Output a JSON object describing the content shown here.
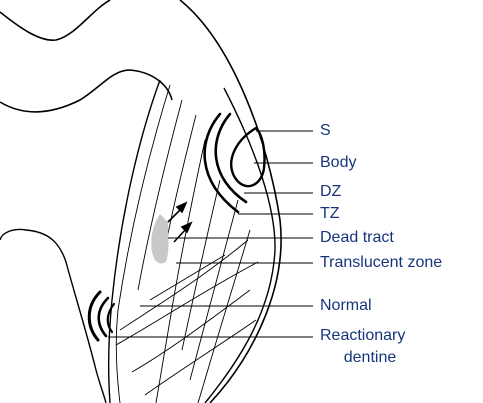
{
  "diagram": {
    "labels": {
      "s": "S",
      "body": "Body",
      "dz": "DZ",
      "tz": "TZ",
      "dead_tract": "Dead tract",
      "translucent_zone": "Translucent zone",
      "normal": "Normal",
      "reactionary_dentine_line1": "Reactionary",
      "reactionary_dentine_line2": "dentine"
    },
    "colors": {
      "label_text": "#17357a",
      "outline": "#000000",
      "dead_tract_fill": "#c8c8c8"
    }
  }
}
